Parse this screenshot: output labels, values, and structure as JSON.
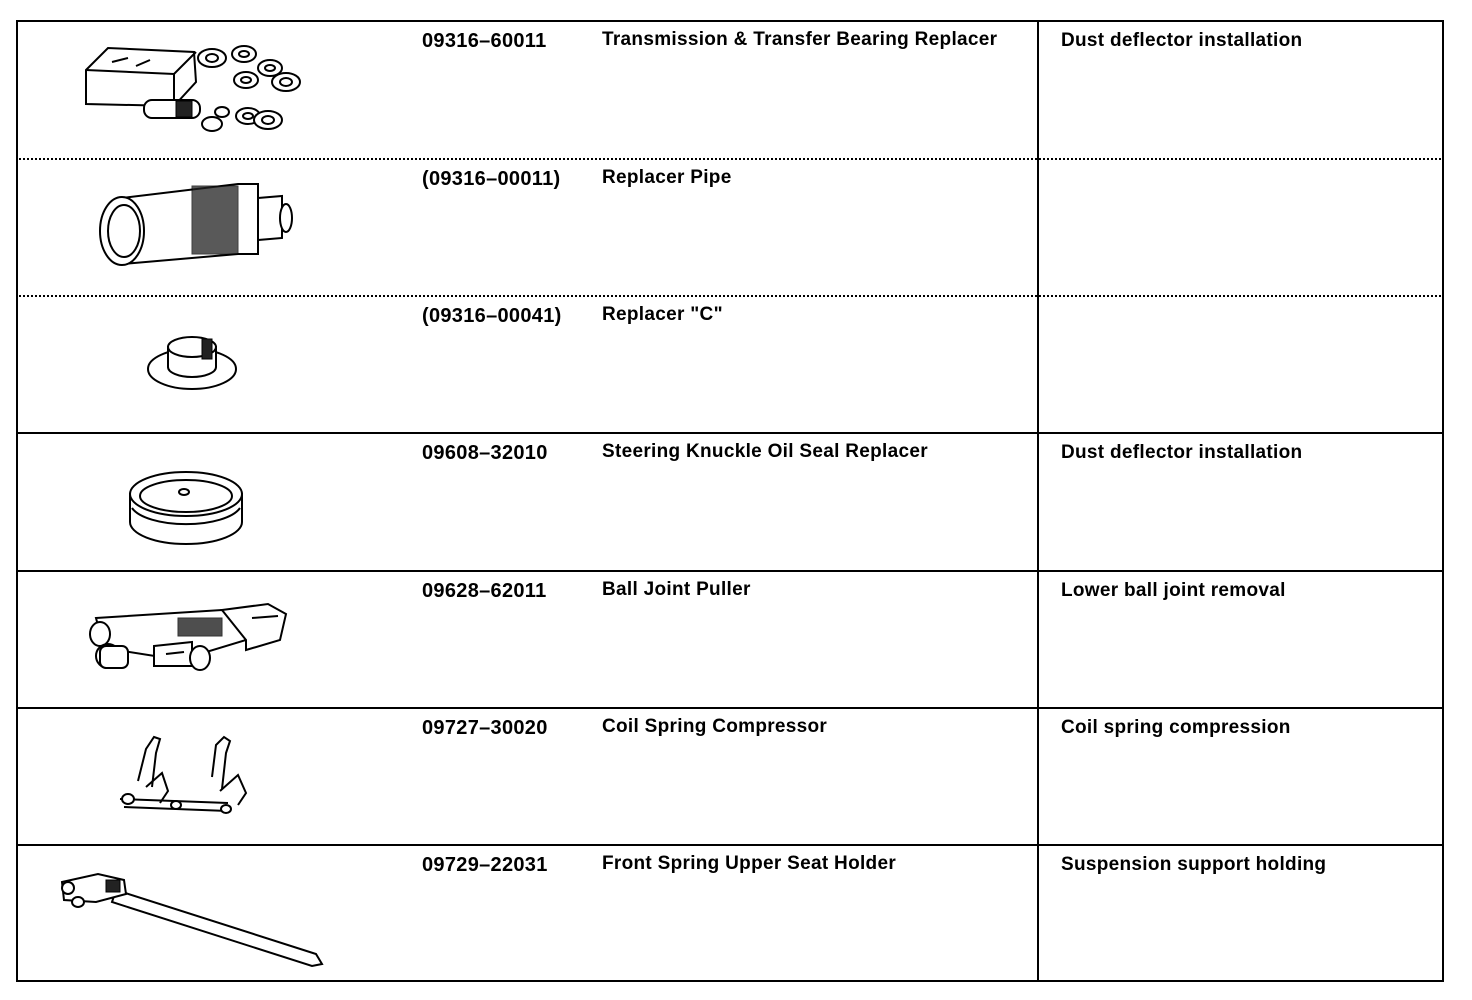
{
  "rows": [
    {
      "part_no": "09316–60011",
      "name": "Transmission & Transfer Bearing Replacer",
      "application": "Dust deflector installation",
      "illustration": "bearing-replacer-set-icon"
    },
    {
      "part_no": "(09316–00011)",
      "name": "Replacer Pipe",
      "application": "",
      "illustration": "replacer-pipe-icon"
    },
    {
      "part_no": "(09316–00041)",
      "name": "Replacer \"C\"",
      "application": "",
      "illustration": "replacer-c-icon"
    },
    {
      "part_no": "09608–32010",
      "name": "Steering Knuckle Oil Seal Replacer",
      "application": "Dust deflector installation",
      "illustration": "oil-seal-replacer-icon"
    },
    {
      "part_no": "09628–62011",
      "name": "Ball Joint Puller",
      "application": "Lower ball joint removal",
      "illustration": "ball-joint-puller-icon"
    },
    {
      "part_no": "09727–30020",
      "name": "Coil Spring Compressor",
      "application": "Coil spring compression",
      "illustration": "coil-spring-compressor-icon"
    },
    {
      "part_no": "09729–22031",
      "name": "Front Spring Upper Seat Holder",
      "application": "Suspension support holding",
      "illustration": "upper-seat-holder-icon"
    }
  ]
}
